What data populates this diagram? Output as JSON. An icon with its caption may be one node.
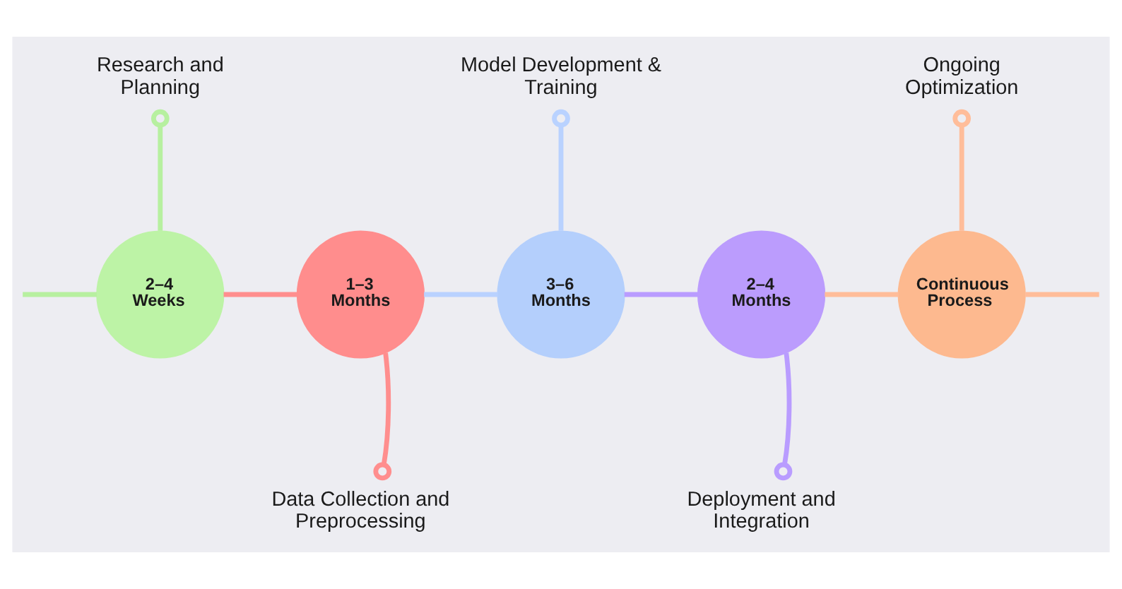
{
  "diagram": {
    "nodes": [
      {
        "text": [
          "2–4 Weeks"
        ]
      },
      {
        "text": [
          "1–3 Months"
        ]
      },
      {
        "text": [
          "3–6 Months"
        ]
      },
      {
        "text": [
          "2–4 Months"
        ]
      },
      {
        "text": [
          "Continuous Process"
        ]
      },
      {
        "text": [
          "Research and Planning"
        ]
      },
      {
        "text": [
          "Data Collection and Preprocessing"
        ]
      },
      {
        "text": [
          "Model Development & Training"
        ]
      },
      {
        "text": [
          "Deployment and Integration"
        ]
      },
      {
        "text": [
          "Ongoing Optimization"
        ]
      }
    ],
    "edges": [
      {
        "from": null,
        "to": 0,
        "arrow": "none",
        "color": "#b7f0a0"
      },
      {
        "from": 0,
        "to": 1,
        "arrow": "none",
        "color": "#ff8e8e"
      },
      {
        "from": 1,
        "to": 2,
        "arrow": "none",
        "color": "#b9d2ff"
      },
      {
        "from": 2,
        "to": 3,
        "arrow": "none",
        "color": "#b99cff"
      },
      {
        "from": 3,
        "to": 4,
        "arrow": "none",
        "color": "#ffbd9a"
      },
      {
        "from": 4,
        "to": null,
        "arrow": "none",
        "color": "#ffbd9a"
      },
      {
        "from": 5,
        "to": 0,
        "arrow": "other",
        "color": "#b7f0a0"
      },
      {
        "from": 6,
        "to": 1,
        "arrow": "other",
        "color": "#ff8e8e"
      },
      {
        "from": 7,
        "to": 2,
        "arrow": "other",
        "color": "#b9d2ff"
      },
      {
        "from": 8,
        "to": 3,
        "arrow": "other",
        "color": "#b99cff"
      },
      {
        "from": 9,
        "to": 4,
        "arrow": "other",
        "color": "#ffbd9a"
      }
    ]
  }
}
